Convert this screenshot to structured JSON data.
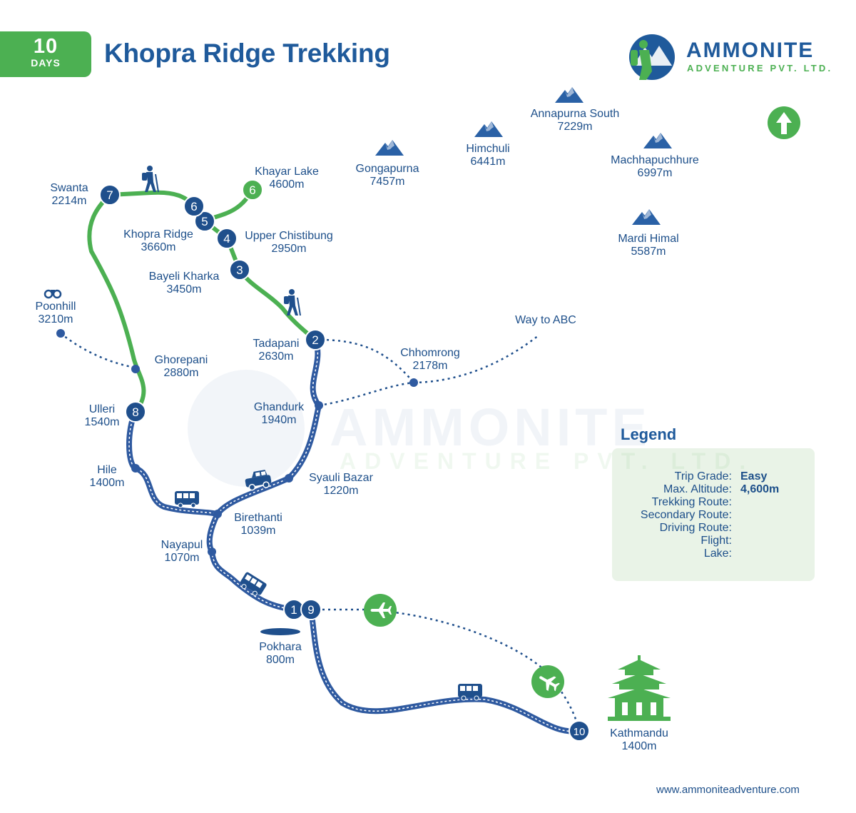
{
  "header": {
    "days_number": "10",
    "days_label": "DAYS",
    "title": "Khopra Ridge Trekking"
  },
  "brand": {
    "name": "AMMONITE",
    "subtitle": "ADVENTURE PVT. LTD.",
    "website": "www.ammoniteadventure.com"
  },
  "watermark": {
    "name": "AMMONITE",
    "subtitle": "ADVENTURE PVT. LTD."
  },
  "colors": {
    "trek": "#4cb052",
    "road": "#2f5aa0",
    "node": "#1f4f8c",
    "text": "#1d4f8a"
  },
  "places": [
    {
      "id": "khayar",
      "name": "Khayar Lake",
      "alt": "4600m"
    },
    {
      "id": "swanta",
      "name": "Swanta",
      "alt": "2214m"
    },
    {
      "id": "khopra",
      "name": "Khopra Ridge",
      "alt": "3660m"
    },
    {
      "id": "upper_chistibung",
      "name": "Upper Chistibung",
      "alt": "2950m"
    },
    {
      "id": "bayeli",
      "name": "Bayeli Kharka",
      "alt": "3450m"
    },
    {
      "id": "poonhill",
      "name": "Poonhill",
      "alt": "3210m"
    },
    {
      "id": "ghorepani",
      "name": "Ghorepani",
      "alt": "2880m"
    },
    {
      "id": "tadapani",
      "name": "Tadapani",
      "alt": "2630m"
    },
    {
      "id": "chhomrong",
      "name": "Chhomrong",
      "alt": "2178m"
    },
    {
      "id": "way_abc",
      "name": "Way to ABC",
      "alt": ""
    },
    {
      "id": "ghandurk",
      "name": "Ghandurk",
      "alt": "1940m"
    },
    {
      "id": "ulleri",
      "name": "Ulleri",
      "alt": "1540m"
    },
    {
      "id": "hile",
      "name": "Hile",
      "alt": "1400m"
    },
    {
      "id": "syauli",
      "name": "Syauli Bazar",
      "alt": "1220m"
    },
    {
      "id": "birethanti",
      "name": "Birethanti",
      "alt": "1039m"
    },
    {
      "id": "nayapul",
      "name": "Nayapul",
      "alt": "1070m"
    },
    {
      "id": "pokhara",
      "name": "Pokhara",
      "alt": "800m"
    },
    {
      "id": "kathmandu",
      "name": "Kathmandu",
      "alt": "1400m"
    }
  ],
  "peaks": [
    {
      "name": "Gongapurna",
      "alt": "7457m"
    },
    {
      "name": "Himchuli",
      "alt": "6441m"
    },
    {
      "name": "Annapurna South",
      "alt": "7229m"
    },
    {
      "name": "Machhapuchhure",
      "alt": "6997m"
    },
    {
      "name": "Mardi Himal",
      "alt": "5587m"
    }
  ],
  "day_markers": [
    "1",
    "2",
    "3",
    "4",
    "5",
    "6",
    "6",
    "7",
    "8",
    "9",
    "10"
  ],
  "legend": {
    "title": "Legend",
    "trip_grade_label": "Trip Grade:",
    "trip_grade_value": "Easy",
    "max_alt_label": "Max. Altitude:",
    "max_alt_value": "4,600m",
    "trekking_label": "Trekking Route:",
    "secondary_label": "Secondary Route:",
    "driving_label": "Driving Route:",
    "flight_label": "Flight:",
    "lake_label": "Lake:"
  },
  "icons": [
    "north-arrow-icon",
    "hiker-icon",
    "binoculars-icon",
    "jeep-icon",
    "bus-icon",
    "plane-icon",
    "pagoda-icon",
    "mountain-icon",
    "lake-icon"
  ]
}
